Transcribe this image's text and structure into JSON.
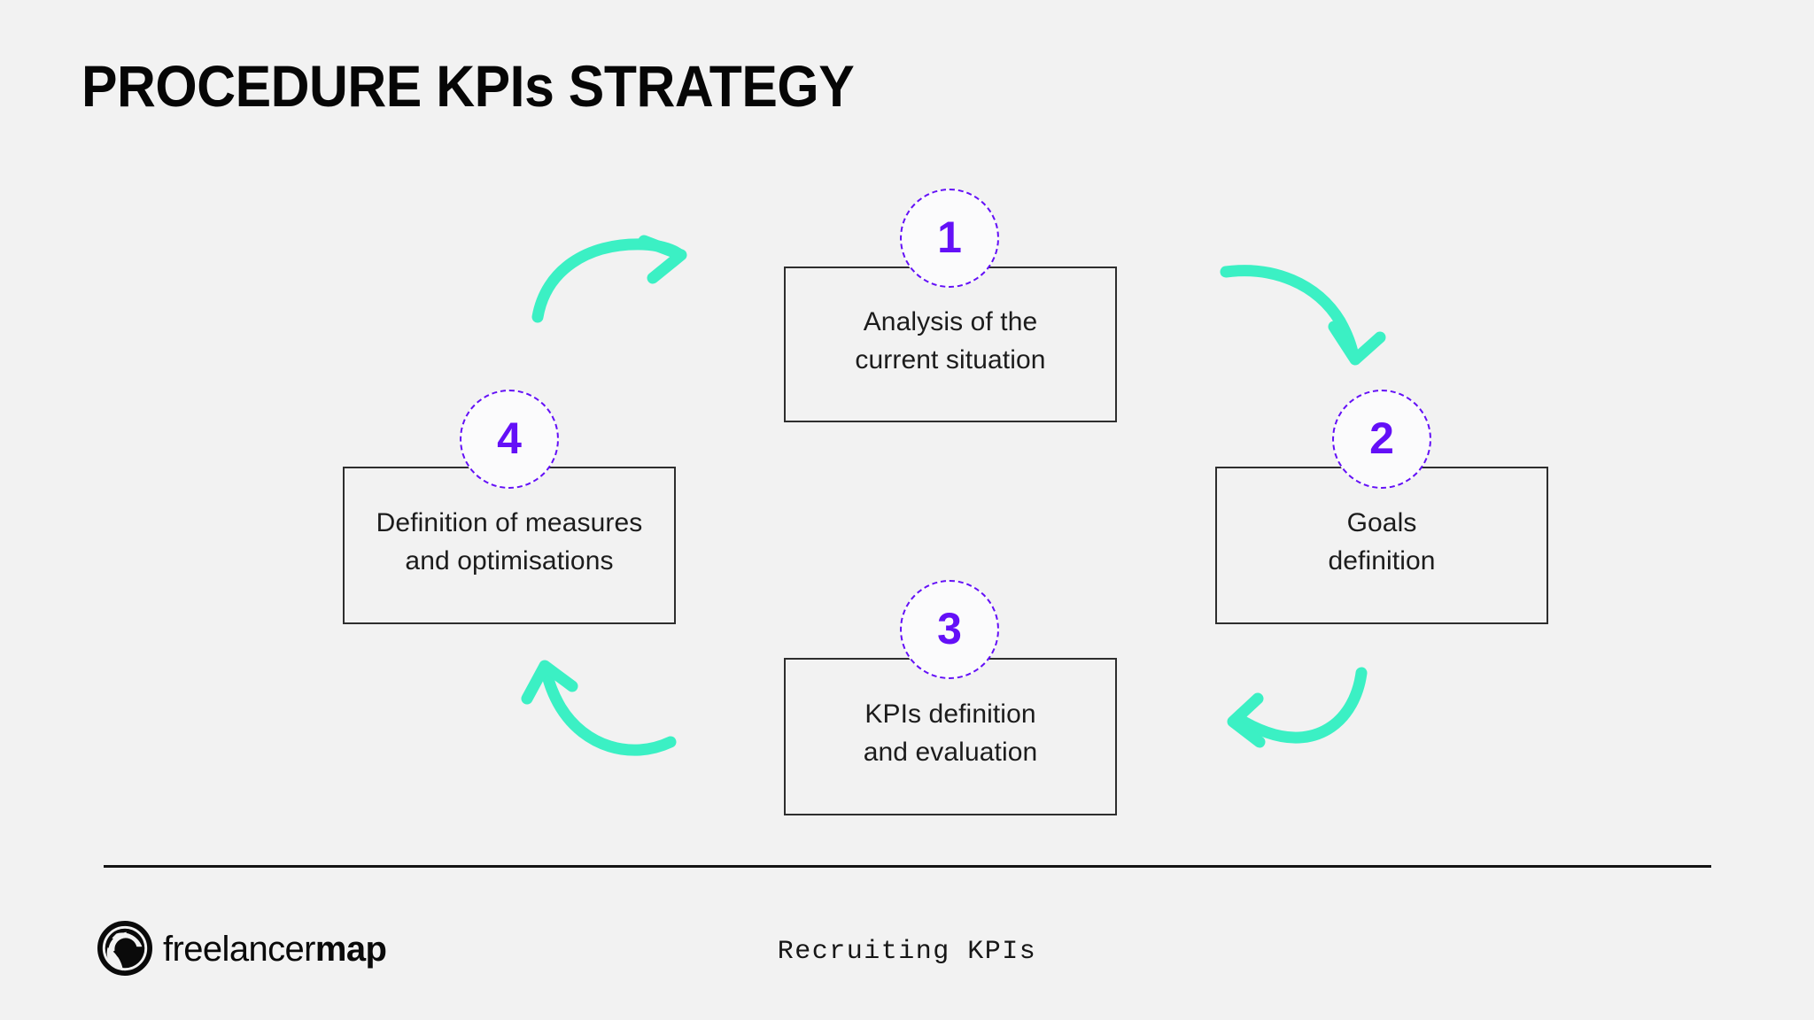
{
  "page": {
    "title": "PROCEDURE KPIs STRATEGY",
    "background_color": "#f2f2f2",
    "text_color": "#1c1c1c"
  },
  "theme": {
    "accent_purple": "#6410f7",
    "accent_mint": "#3bf0c4",
    "box_border": "#2e2e2e",
    "divider": "#141414"
  },
  "cycle": {
    "steps": [
      {
        "number": "1",
        "label": "Analysis of the\ncurrent situation",
        "position": "top"
      },
      {
        "number": "2",
        "label": "Goals\ndefinition",
        "position": "right"
      },
      {
        "number": "3",
        "label": "KPIs definition\nand evaluation",
        "position": "bottom"
      },
      {
        "number": "4",
        "label": "Definition of measures\nand optimisations",
        "position": "left"
      }
    ],
    "connectors": [
      {
        "name": "arrow-top-right",
        "from": "1",
        "to": "2",
        "direction": "clockwise"
      },
      {
        "name": "arrow-bottom-right",
        "from": "2",
        "to": "3",
        "direction": "clockwise"
      },
      {
        "name": "arrow-bottom-left",
        "from": "3",
        "to": "4",
        "direction": "clockwise"
      },
      {
        "name": "arrow-top-left",
        "from": "4",
        "to": "1",
        "direction": "clockwise"
      }
    ]
  },
  "footer": {
    "logo_light": "freelancer",
    "logo_bold": "map",
    "caption": "Recruiting KPIs"
  }
}
